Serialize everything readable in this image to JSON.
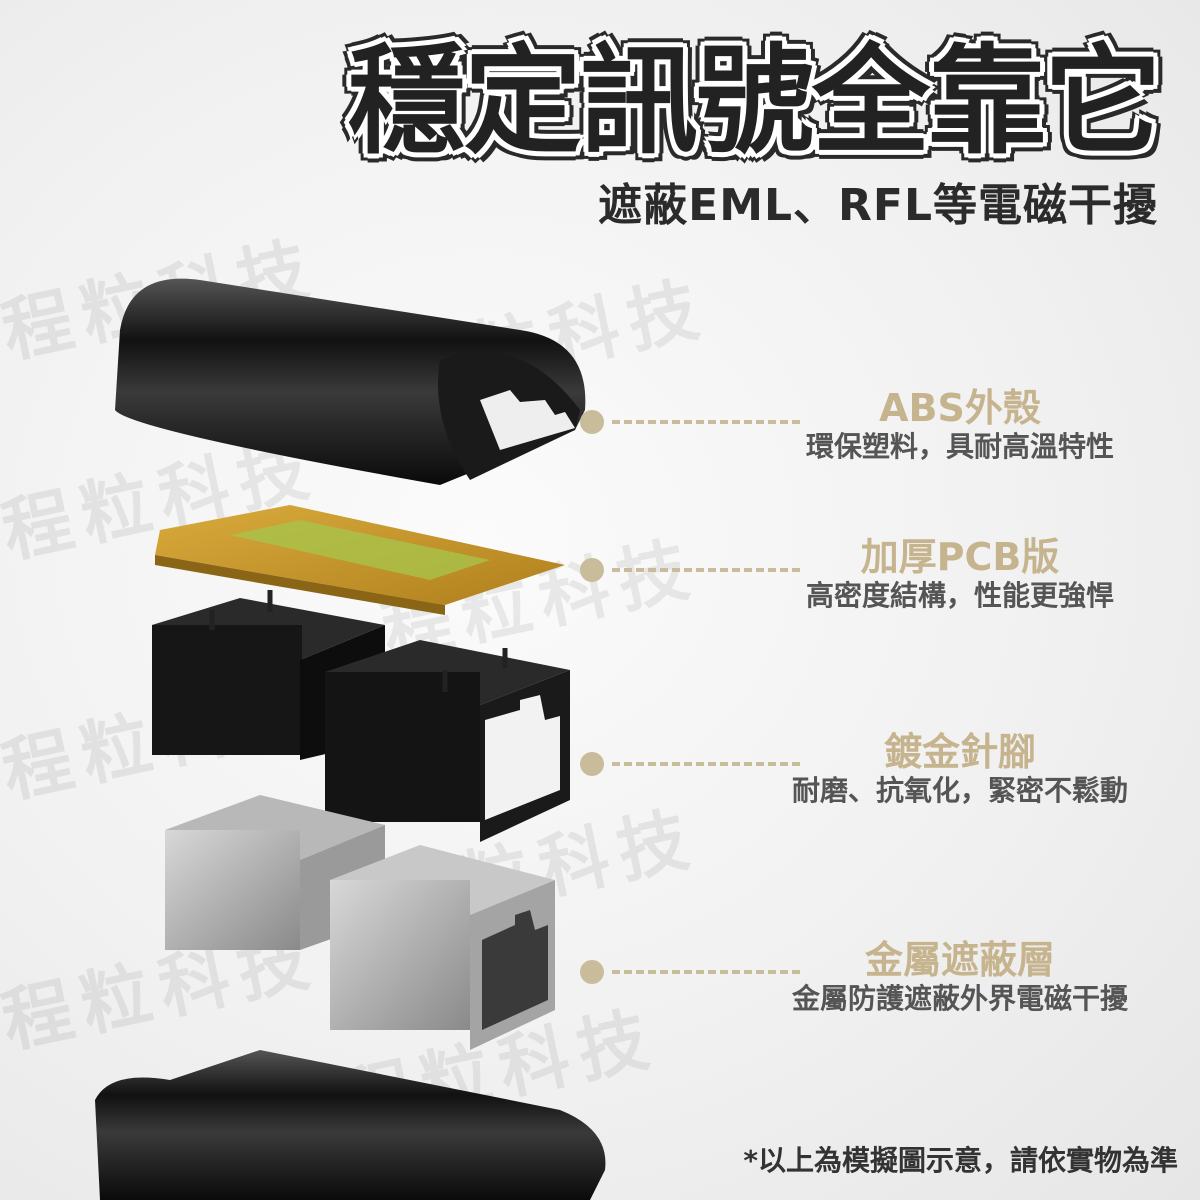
{
  "watermark": "程粒科技",
  "title": "穩定訊號全靠它",
  "subtitle": "遮蔽EML、RFL等電磁干擾",
  "features": [
    {
      "heading": "ABS外殼",
      "desc": "環保塑料，具耐高溫特性"
    },
    {
      "heading": "加厚PCB版",
      "desc": "高密度結構，性能更強悍"
    },
    {
      "heading": "鍍金針腳",
      "desc": "耐磨、抗氧化，緊密不鬆動"
    },
    {
      "heading": "金屬遮蔽層",
      "desc": "金屬防護遮蔽外界電磁干擾"
    }
  ],
  "note": "*以上為模擬圖示意，請依實物為準",
  "colors": {
    "accent": "#c6b48e",
    "dot": "#c9bc9a",
    "text": "#555555"
  }
}
